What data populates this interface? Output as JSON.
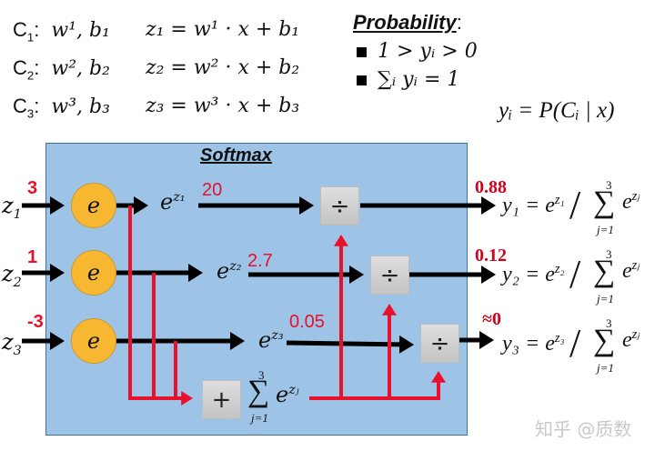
{
  "definitions": [
    {
      "class_label": "C",
      "class_index": "1",
      "params": "w¹, b₁",
      "equation_lhs": "z₁",
      "equation_rhs": "= w¹ · x + b₁"
    },
    {
      "class_label": "C",
      "class_index": "2",
      "params": "w², b₂",
      "equation_lhs": "z₂",
      "equation_rhs": "= w² · x + b₂"
    },
    {
      "class_label": "C",
      "class_index": "3",
      "params": "w³, b₃",
      "equation_lhs": "z₃",
      "equation_rhs": "= w³ · x + b₃"
    }
  ],
  "probability": {
    "title": "Probability",
    "colon": ":",
    "bullets": [
      "1 > yᵢ > 0",
      "∑ᵢ yᵢ = 1"
    ],
    "conditional": "yᵢ = P(Cᵢ | x)"
  },
  "softmax": {
    "title": "Softmax",
    "inputs": [
      {
        "label": "z",
        "index": "1",
        "value": "3"
      },
      {
        "label": "z",
        "index": "2",
        "value": "1"
      },
      {
        "label": "z",
        "index": "3",
        "value": "-3"
      }
    ],
    "exp_node_label": "e",
    "exp_outputs": [
      {
        "label": "e",
        "sup": "z₁",
        "value": "20"
      },
      {
        "label": "e",
        "sup": "z₂",
        "value": "2.7"
      },
      {
        "label": "e",
        "sup": "z₃",
        "value": "0.05"
      }
    ],
    "divide_symbol": "÷",
    "plus_symbol": "+",
    "sum_label": {
      "sigma": "∑",
      "upper": "3",
      "lower": "j=1",
      "term": "e",
      "term_sup": "zⱼ"
    }
  },
  "outputs": [
    {
      "value": "0.88",
      "lhs": "y₁ = e",
      "sup": "z₁",
      "denominator": "e",
      "den_sup": "zⱼ",
      "upper": "3",
      "lower": "j=1"
    },
    {
      "value": "0.12",
      "lhs": "y₂ = e",
      "sup": "z₂",
      "denominator": "e",
      "den_sup": "zⱼ",
      "upper": "3",
      "lower": "j=1"
    },
    {
      "value": "≈0",
      "lhs": "y₃ = e",
      "sup": "z₃",
      "denominator": "e",
      "den_sup": "zⱼ",
      "upper": "3",
      "lower": "j=1"
    }
  ],
  "watermark": "知乎 @质数",
  "colors": {
    "box_fill": "#9DC3E6",
    "box_border": "#41719C",
    "node_fill": "#F7B731",
    "red_arrow": "#E8102A",
    "value_red": "#D0021B"
  }
}
